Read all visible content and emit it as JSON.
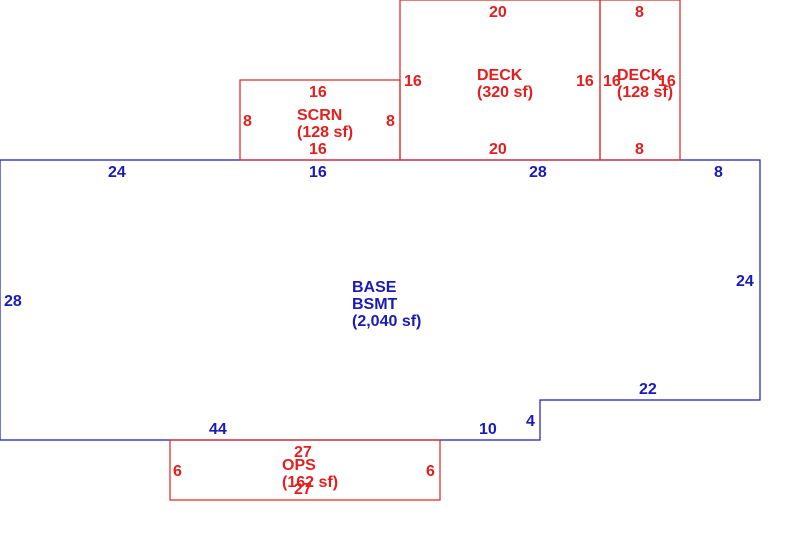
{
  "colors": {
    "addition": "#e41e1e",
    "base": "#1a1ab8"
  },
  "areas": {
    "base": {
      "name1": "BASE",
      "name2": "BSMT",
      "area": "(2,040 sf)"
    },
    "scrn": {
      "name": "SCRN",
      "area": "(128 sf)"
    },
    "deck_a": {
      "name": "DECK",
      "area": "(320 sf)"
    },
    "deck_b": {
      "name": "DECK",
      "area": "(128 sf)"
    },
    "ops": {
      "name": "OPS",
      "area": "(162 sf)"
    }
  },
  "dims": {
    "base": [
      "24",
      "16",
      "28",
      "8",
      "24",
      "22",
      "4",
      "10",
      "44",
      "28"
    ],
    "scrn": [
      "16",
      "16",
      "8",
      "8"
    ],
    "deck_a": [
      "20",
      "20",
      "16",
      "16"
    ],
    "deck_b": [
      "8",
      "8",
      "16",
      "16"
    ],
    "ops": [
      "27",
      "27",
      "6",
      "6"
    ]
  }
}
